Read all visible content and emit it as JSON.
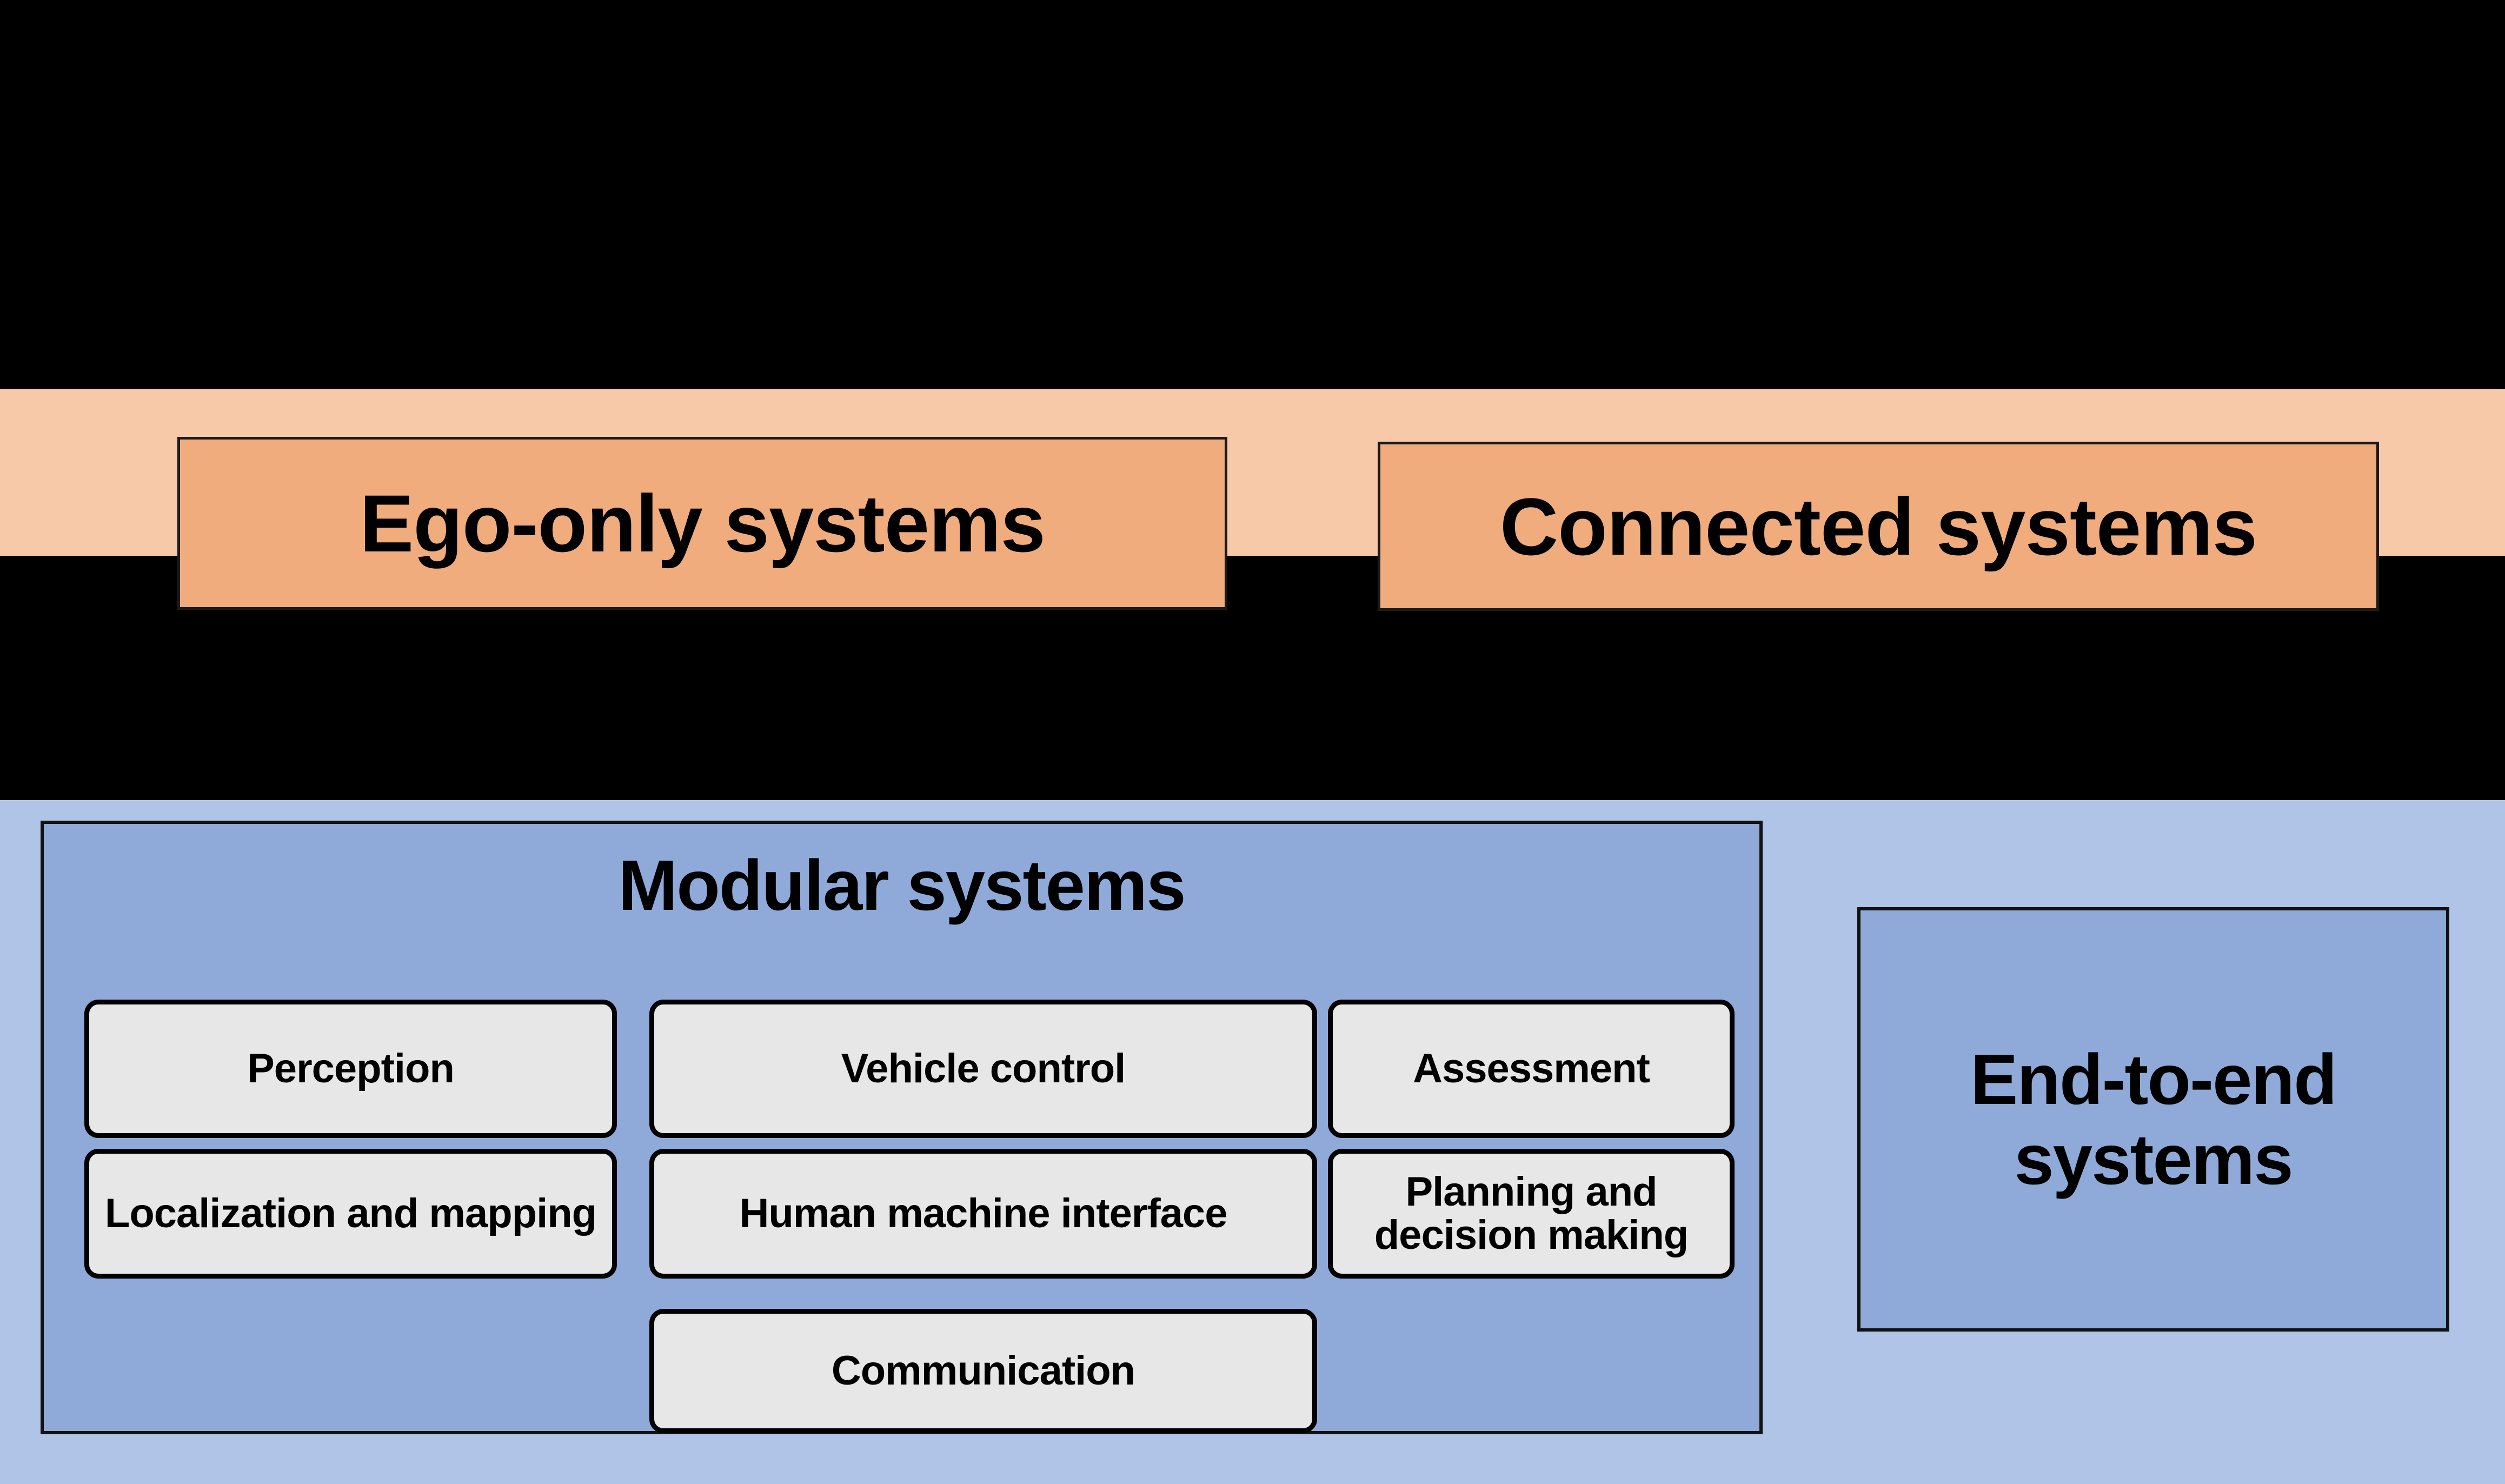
{
  "diagram": {
    "background_color": "#000000",
    "bands": {
      "category_band": {
        "color": "#F7C9A8",
        "boxes": [
          {
            "label": "Ego-only systems",
            "color": "#F0AC7C"
          },
          {
            "label": "Connected systems",
            "color": "#F0AC7C"
          }
        ]
      },
      "architecture_band": {
        "color": "#B0C4E8",
        "panels": [
          {
            "title": "Modular systems",
            "color": "#8FAAD9",
            "modules": [
              {
                "label": "Perception"
              },
              {
                "label": "Vehicle control"
              },
              {
                "label": "Assessment"
              },
              {
                "label": "Localization and mapping"
              },
              {
                "label": "Human machine interface"
              },
              {
                "label": "Planning and decision making"
              },
              {
                "label": "Communication"
              }
            ],
            "module_color": "#E7E7E7"
          },
          {
            "title": "End-to-end systems",
            "color": "#8FAAD9"
          }
        ]
      }
    }
  }
}
